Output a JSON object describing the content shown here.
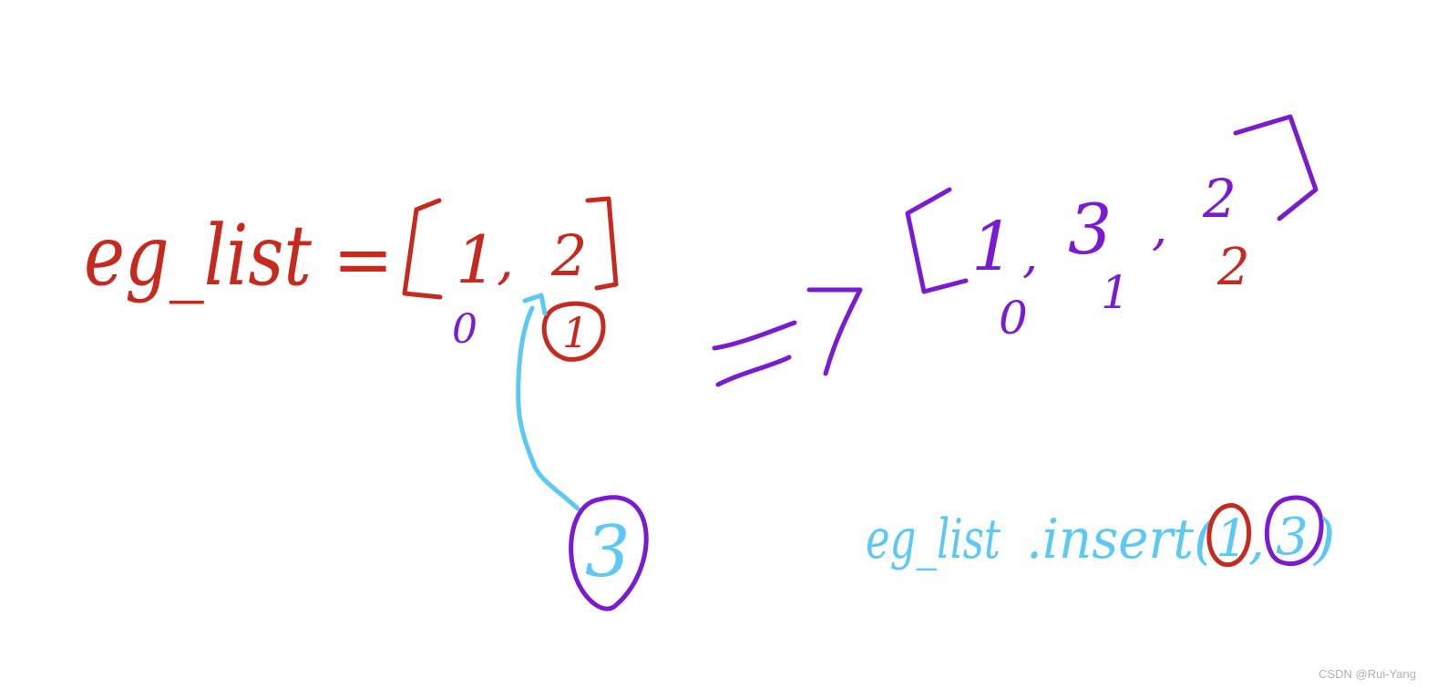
{
  "colors": {
    "red": "#c62a1e",
    "purple": "#7a1bd2",
    "blue": "#5bc8f5",
    "watermark": "#b0b0b0"
  },
  "left_expression": {
    "name": "eg_list",
    "equals": "=",
    "open_bracket": "[",
    "items": [
      "1",
      "2"
    ],
    "separator": ",",
    "close_bracket": "]",
    "index_labels": [
      "0",
      "1"
    ]
  },
  "inserted_value": "3",
  "arrow_symbol": "=>",
  "result_list": {
    "items": [
      "1",
      "3",
      "2"
    ],
    "index_labels": [
      "0",
      "1",
      "2"
    ]
  },
  "method_call": {
    "prefix": "eg_list",
    "method": ".insert",
    "open_paren": "(",
    "index_arg": "1",
    "comma": ",",
    "value_arg": "3",
    "close_paren": ")"
  },
  "watermark": "CSDN @Rui-Yang"
}
